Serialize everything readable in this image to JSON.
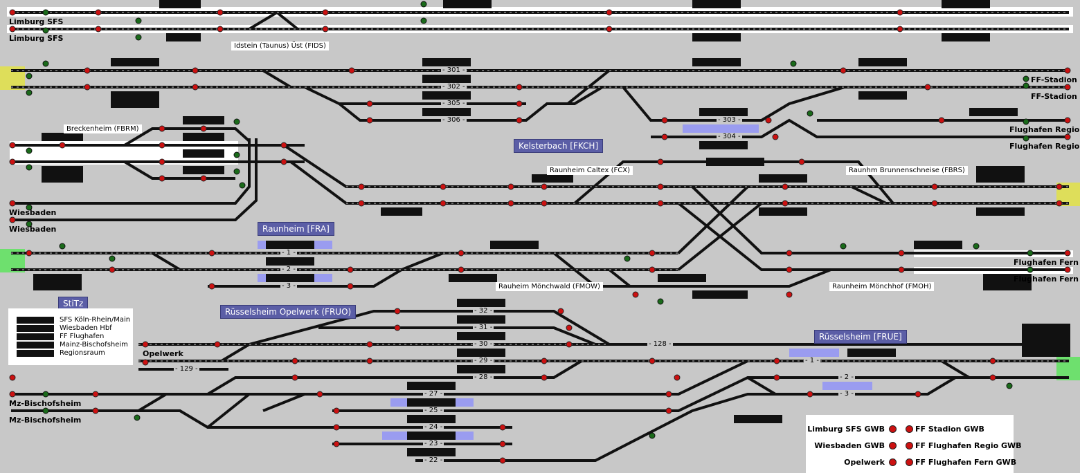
{
  "stations": {
    "kelsterbach": "Kelsterbach [FKCH]",
    "raunheim": "Raunheim [FRA]",
    "ruesselsheim_opelwerk": "Rüsselsheim Opelwerk (FRUO)",
    "ruesselsheim": "Rüsselsheim [FRUE]",
    "stitz": "StiTz"
  },
  "ends_left": {
    "limburg1": "Limburg SFS",
    "limburg2": "Limburg SFS",
    "wiesbaden1": "Wiesbaden",
    "wiesbaden2": "Wiesbaden",
    "opelwerk": "Opelwerk",
    "mzb1": "Mz-Bischofsheim",
    "mzb2": "Mz-Bischofsheim"
  },
  "ends_right": {
    "ffstadion1": "FF-Stadion",
    "ffstadion2": "FF-Stadion",
    "regio1": "Flughafen Regio",
    "regio2": "Flughafen Regio",
    "fern1": "Flughafen Fern",
    "fern2": "Flughafen Fern"
  },
  "sites": {
    "idstein": "Idstein (Taunus) Üst (FIDS)",
    "breckenheim": "Breckenheim (FBRM)",
    "caltex": "Raunheim Caltex (FCX)",
    "brunnenschneise": "Raunhm Brunnenschneise (FBRS)",
    "moenchwald": "Rauheim Mönchwald (FMOW)",
    "moenchhof": "Raunheim Mönchhof (FMOH)"
  },
  "tracks": {
    "t301": "- 301 -",
    "t302": "- 302 -",
    "t305": "- 305 -",
    "t306": "- 306 -",
    "t303": "- 303 -",
    "t304": "- 304 -",
    "r1": "- 1 -",
    "r2": "- 2 -",
    "r3": "- 3 -",
    "o32": "- 32 -",
    "o31": "- 31 -",
    "o30": "- 30 -",
    "o29": "- 29 -",
    "o28": "- 28 -",
    "o27": "- 27 -",
    "o25": "- 25 -",
    "o24": "- 24 -",
    "o23": "- 23 -",
    "o22": "- 22 -",
    "o129": "- 129 -",
    "o128": "- 128 -",
    "u1": "- 1 -",
    "u2": "- 2 -",
    "u3": "- 3 -"
  },
  "legend": {
    "items": [
      "SFS Köln-Rhein/Main",
      "Wiesbaden Hbf",
      "FF Flughafen",
      "Mainz-Bischofsheim",
      "Regionsraum"
    ]
  },
  "gwb": {
    "limburg": "Limburg SFS GWB",
    "wiesbaden": "Wiesbaden GWB",
    "opelwerk": "Opelwerk",
    "stadion": "FF Stadion GWB",
    "regio": "FF Flughafen Regio GWB",
    "fern": "FF Flughafen Fern GWB"
  },
  "colors": {
    "background": "#c8c8c8",
    "track": "#111111",
    "signal": "#cc1111",
    "station_box": "#5b5ea6",
    "occupied": "#9a9cf0",
    "end_yellow": "#dede5a",
    "end_green": "#6ee06e"
  }
}
